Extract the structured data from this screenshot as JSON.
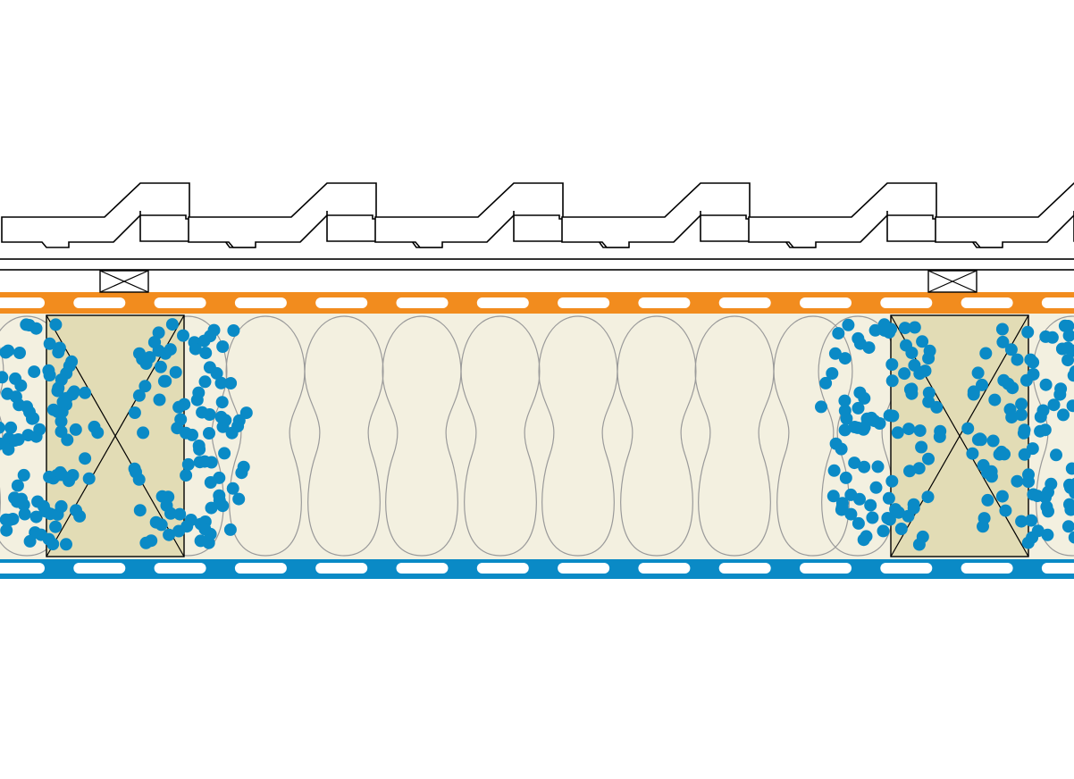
{
  "diagram": {
    "kind": "roof-section",
    "colors": {
      "background": "#ffffff",
      "outline": "#000000",
      "vapour_control_layer": "#f28c1e",
      "underlay_membrane": "#0a8ac6",
      "insulation_fill": "#f3f0e0",
      "insulation_outline": "#9a9a9a",
      "rafter_fill": "#e2dcb5",
      "blown_fibre_dots": "#0a8ac6",
      "membrane_dash": "#ffffff"
    },
    "layers": [
      "roof-tiles",
      "tile-battens",
      "counter-battens",
      "vapour-control-layer",
      "mineral-wool-insulation",
      "rafters",
      "blown-insulation",
      "underlay-membrane"
    ],
    "counts": {
      "tiles": 6,
      "rafters": 2,
      "counter_battens": 2,
      "insulation_lobes": 8
    }
  }
}
